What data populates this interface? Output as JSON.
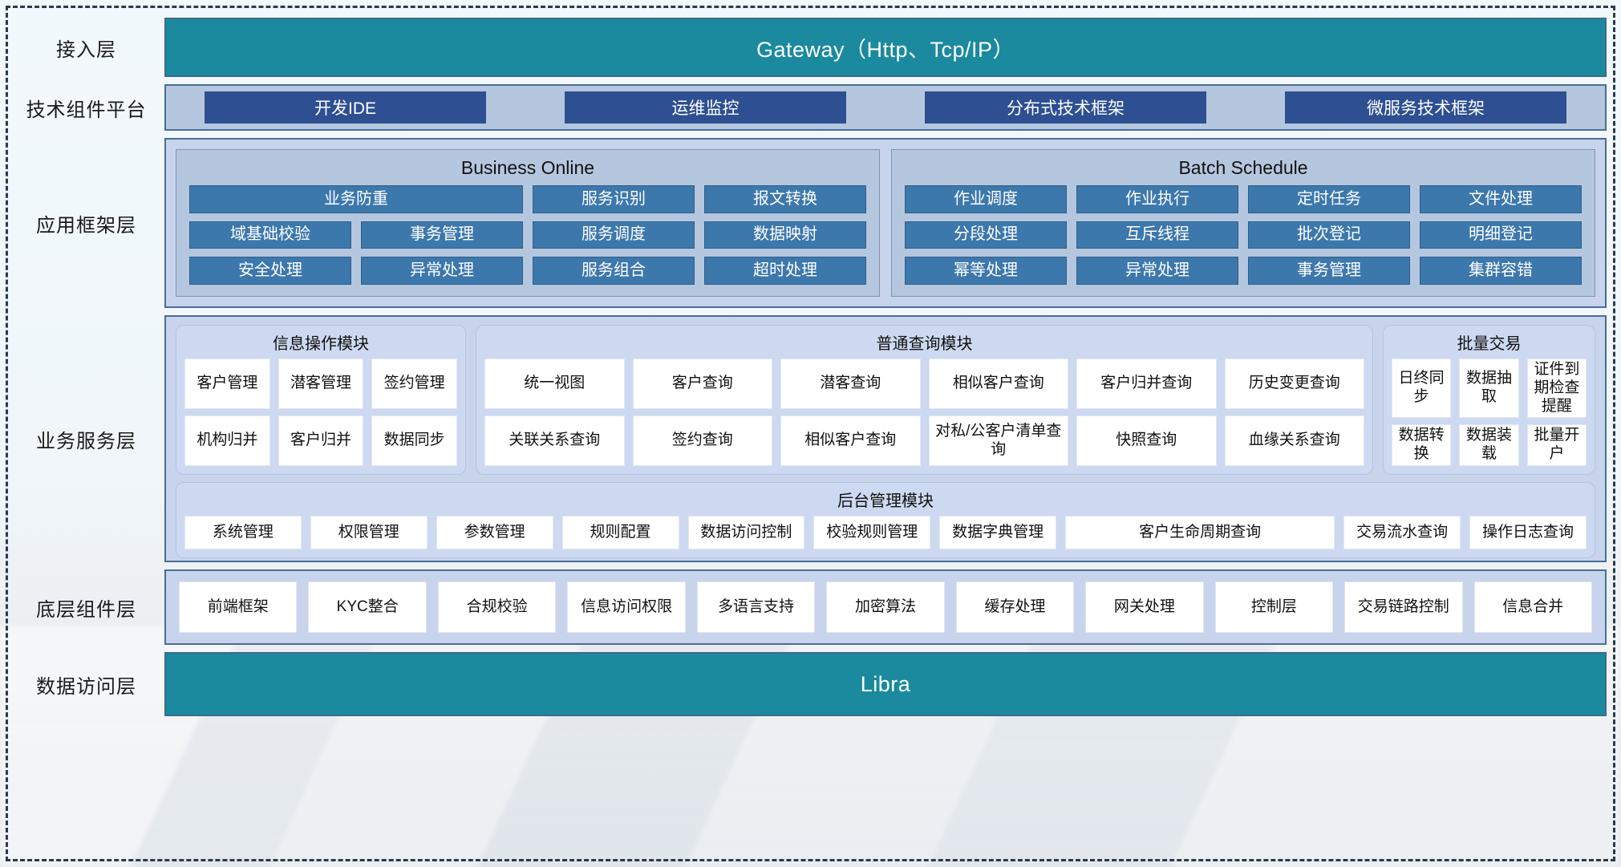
{
  "layers": {
    "access": {
      "label": "接入层",
      "bar": "Gateway（Http、Tcp/IP）"
    },
    "tech": {
      "label": "技术组件平台",
      "items": [
        "开发IDE",
        "运维监控",
        "分布式技术框架",
        "微服务技术框架"
      ]
    },
    "appframework": {
      "label": "应用框架层",
      "panels": [
        {
          "title": "Business Online",
          "rows": [
            [
              "业务防重",
              "服务识别",
              "报文转换"
            ],
            [
              "域基础校验",
              "事务管理",
              "服务调度",
              "数据映射"
            ],
            [
              "安全处理",
              "异常处理",
              "服务组合",
              "超时处理"
            ]
          ]
        },
        {
          "title": "Batch Schedule",
          "rows": [
            [
              "作业调度",
              "作业执行",
              "定时任务",
              "文件处理"
            ],
            [
              "分段处理",
              "互斥线程",
              "批次登记",
              "明细登记"
            ],
            [
              "幂等处理",
              "异常处理",
              "事务管理",
              "集群容错"
            ]
          ]
        }
      ]
    },
    "bizservice": {
      "label": "业务服务层",
      "modules": [
        {
          "title": "信息操作模块",
          "rows": [
            [
              "客户管理",
              "潜客管理",
              "签约管理"
            ],
            [
              "机构归并",
              "客户归并",
              "数据同步"
            ]
          ]
        },
        {
          "title": "普通查询模块",
          "rows": [
            [
              "统一视图",
              "客户查询",
              "潜客查询",
              "相似客户查询",
              "客户归并查询",
              "历史变更查询"
            ],
            [
              "关联关系查询",
              "签约查询",
              "相似客户查询",
              "对私/公客户清单查询",
              "快照查询",
              "血缘关系查询"
            ]
          ]
        },
        {
          "title": "批量交易",
          "rows": [
            [
              "日终同步",
              "数据抽取",
              "证件到期检查提醒"
            ],
            [
              "数据转换",
              "数据装载",
              "批量开户"
            ]
          ]
        }
      ],
      "admin": {
        "title": "后台管理模块",
        "items": [
          "系统管理",
          "权限管理",
          "参数管理",
          "规则配置",
          "数据访问控制",
          "校验规则管理",
          "数据字典管理",
          "客户生命周期查询",
          "交易流水查询",
          "操作日志查询"
        ]
      }
    },
    "components": {
      "label": "底层组件层",
      "items": [
        "前端框架",
        "KYC整合",
        "合规校验",
        "信息访问权限",
        "多语言支持",
        "加密算法",
        "缓存处理",
        "网关处理",
        "控制层",
        "交易链路控制",
        "信息合并"
      ]
    },
    "dataaccess": {
      "label": "数据访问层",
      "bar": "Libra"
    }
  },
  "colors": {
    "teal": "#1b8a9e",
    "steel": "#b5c7de",
    "navy_chip": "#2e4f91",
    "blue_chip": "#3d78ac",
    "lavender": "#ccd9f0",
    "border_blue": "#4a6d96"
  }
}
